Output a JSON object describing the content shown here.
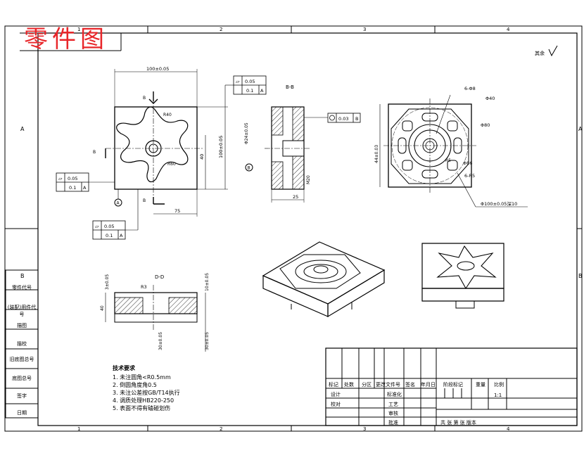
{
  "sheet": {
    "title": "零件图",
    "zone_numbers": [
      "1",
      "2",
      "3",
      "4"
    ],
    "zone_letters": [
      "A",
      "B"
    ]
  },
  "views": {
    "front": {
      "dim_top": "100±0.05",
      "dim_right_total": "100±0.05",
      "dim_right_inner": "40",
      "dim_bottom": "75",
      "radius_outer": "R40",
      "radius_inner": "R60",
      "section_mark": "B",
      "datum_label": "A",
      "tolerance_left": {
        "symbol": "▱",
        "value": "0.05",
        "second": "0.1",
        "datum": "A"
      },
      "tolerance_bottom": {
        "symbol": "▱",
        "value": "0.05",
        "second": "0.1",
        "datum": "A"
      },
      "tolerance_top": {
        "symbol": "▱",
        "value": "0.05",
        "second": "0.1",
        "datum": "A"
      }
    },
    "section_bb": {
      "title": "B-B",
      "dim_bottom": "25",
      "dim_left": "Φ24±0.05",
      "dim_mid": "M20",
      "tolerance": {
        "value": "0.03",
        "datum": "B"
      },
      "datum_label": "B"
    },
    "top": {
      "dim_1": "6-Φ8",
      "dim_2": "Φ40",
      "dim_3": "Φ80",
      "dim_4": "Φ86",
      "dim_5": "R5",
      "dim_6": "6-R5",
      "dim_left": "44±0.03",
      "note": "Φ100±0.05深10"
    },
    "section_dd": {
      "title": "D-D",
      "dim_top": "R3",
      "dim_left1": "3±0.05",
      "dim_left2": "40",
      "dim_right1": "10±0.05",
      "dim_right2": "30±0.05",
      "dim_right3": "30±0.05"
    }
  },
  "notes": {
    "heading": "技术要求",
    "items": [
      "1. 未注圆角<R0.5mm",
      "2. 倒圆角度角0.5",
      "3. 未注公差按GB/T14执行",
      "4. 调质处理HB220-250",
      "5. 表面不得有磕碰划伤"
    ]
  },
  "sidebar": {
    "labels": [
      "零件代号",
      "(装配)用件代号",
      "描图",
      "描校",
      "旧底图总号",
      "底图总号",
      "签字",
      "日期"
    ]
  },
  "title_block": {
    "row_labels": [
      "标记",
      "处数",
      "分区",
      "更改文件号",
      "签名",
      "年月日"
    ],
    "design": "设计",
    "check": "校对",
    "standard": "标准化",
    "process": "工艺",
    "review": "审核",
    "approve": "批准",
    "stage": "阶段标记",
    "weight": "重量",
    "scale_label": "比例",
    "scale": "1:1",
    "sheets": "共 张 第 张 版本"
  },
  "roughness_note": "其余"
}
